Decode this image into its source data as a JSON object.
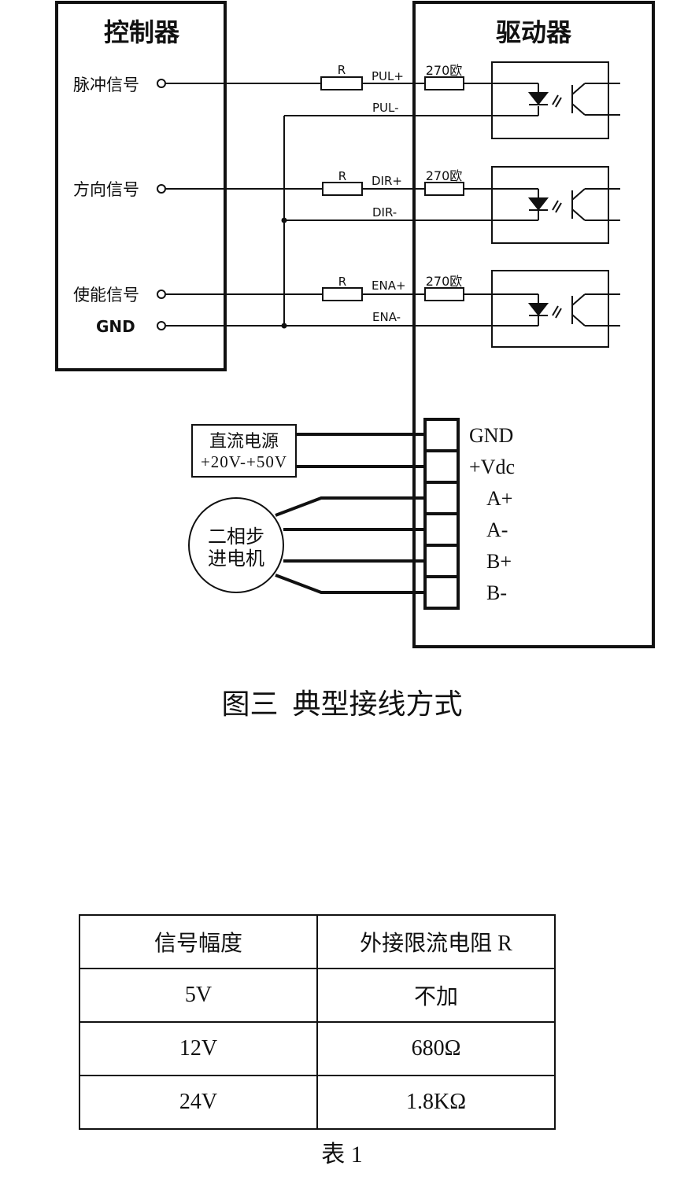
{
  "diagram": {
    "controller_title": "控制器",
    "driver_title": "驱动器",
    "controller_signals": [
      "脉冲信号",
      "方向信号",
      "使能信号",
      "GND"
    ],
    "resistor_label": "R",
    "driver_resistor_label": "270欧",
    "driver_inputs": [
      "PUL+",
      "PUL-",
      "DIR+",
      "DIR-",
      "ENA+",
      "ENA-"
    ],
    "power_supply": {
      "line1": "直流电源",
      "line2": "+20V-+50V"
    },
    "motor": {
      "line1": "二相步",
      "line2": "进电机"
    },
    "terminals": [
      "GND",
      "+Vdc",
      "A+",
      "A-",
      "B+",
      "B-"
    ]
  },
  "figure_caption": "图三  典型接线方式",
  "table": {
    "headers": [
      "信号幅度",
      "外接限流电阻 R"
    ],
    "rows": [
      [
        "5V",
        "不加"
      ],
      [
        "12V",
        "680Ω"
      ],
      [
        "24V",
        "1.8KΩ"
      ]
    ]
  },
  "table_caption": "表 1"
}
